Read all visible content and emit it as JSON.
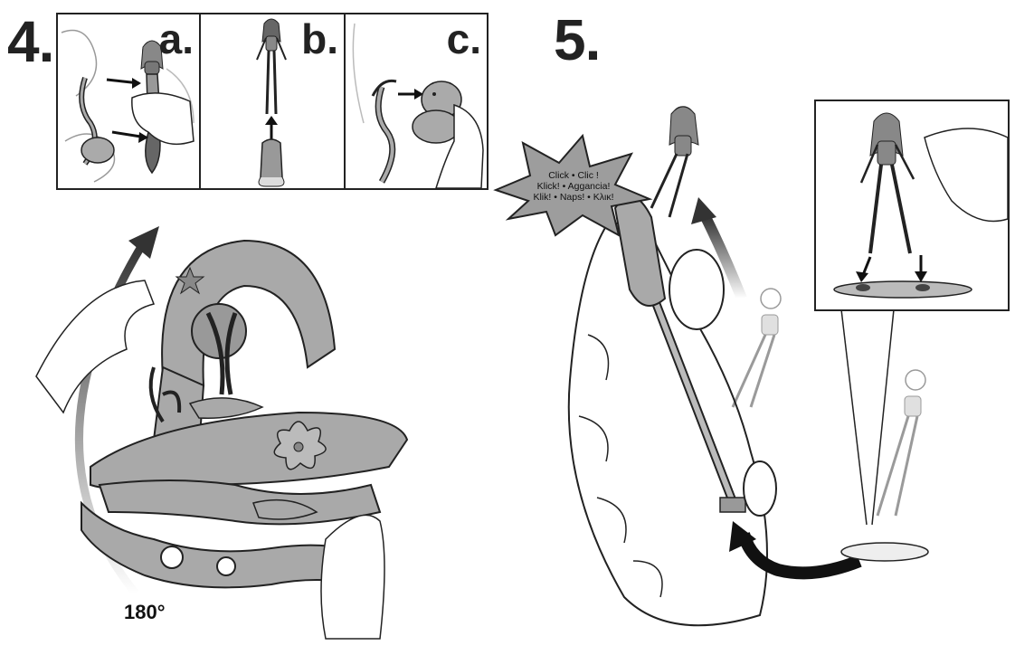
{
  "steps": [
    {
      "number": "4."
    },
    {
      "number": "5."
    }
  ],
  "panels": [
    {
      "letter": "a."
    },
    {
      "letter": "b."
    },
    {
      "letter": "c."
    }
  ],
  "rotation": {
    "label": "180°"
  },
  "click_burst": {
    "lines": [
      "Click • Clic !",
      "Klick! • Aggancia!",
      "Klik! • Naps! • Κλικ!"
    ]
  },
  "colors": {
    "ink": "#222222",
    "toy_fill": "#a9a9a9",
    "burst_fill": "#9d9d9d",
    "arrow": "#111111"
  }
}
